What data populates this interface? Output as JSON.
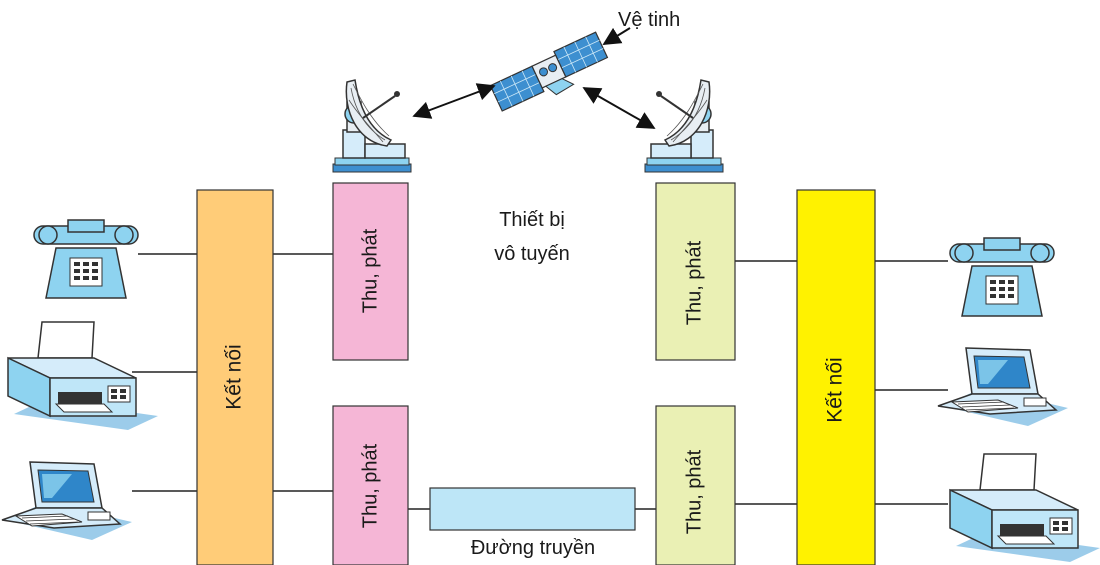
{
  "labels": {
    "satellite": "Vệ tinh",
    "wireless_line1": "Thiết bị",
    "wireless_line2": "vô tuyến",
    "cable": "Đường truyền",
    "left_connector": "Kết nối",
    "right_connector": "Kết nối",
    "left_top_transceiver": "Thu, phát",
    "left_bottom_transceiver": "Thu, phát",
    "right_top_transceiver": "Thu, phát",
    "right_bottom_transceiver": "Thu, phát"
  },
  "colors": {
    "left_connector": "#ffcc78",
    "right_connector": "#fff200",
    "left_transceiver": "#f5b6d6",
    "right_transceiver": "#eaf0b4",
    "cable": "#bde6f7",
    "device": "#8ed3f0",
    "panel": "#3d8fd0",
    "dish": "#e8eef3"
  },
  "icons": [
    "telephone-icon",
    "printer-icon",
    "laptop-icon",
    "satellite-icon",
    "satellite-dish-icon"
  ]
}
